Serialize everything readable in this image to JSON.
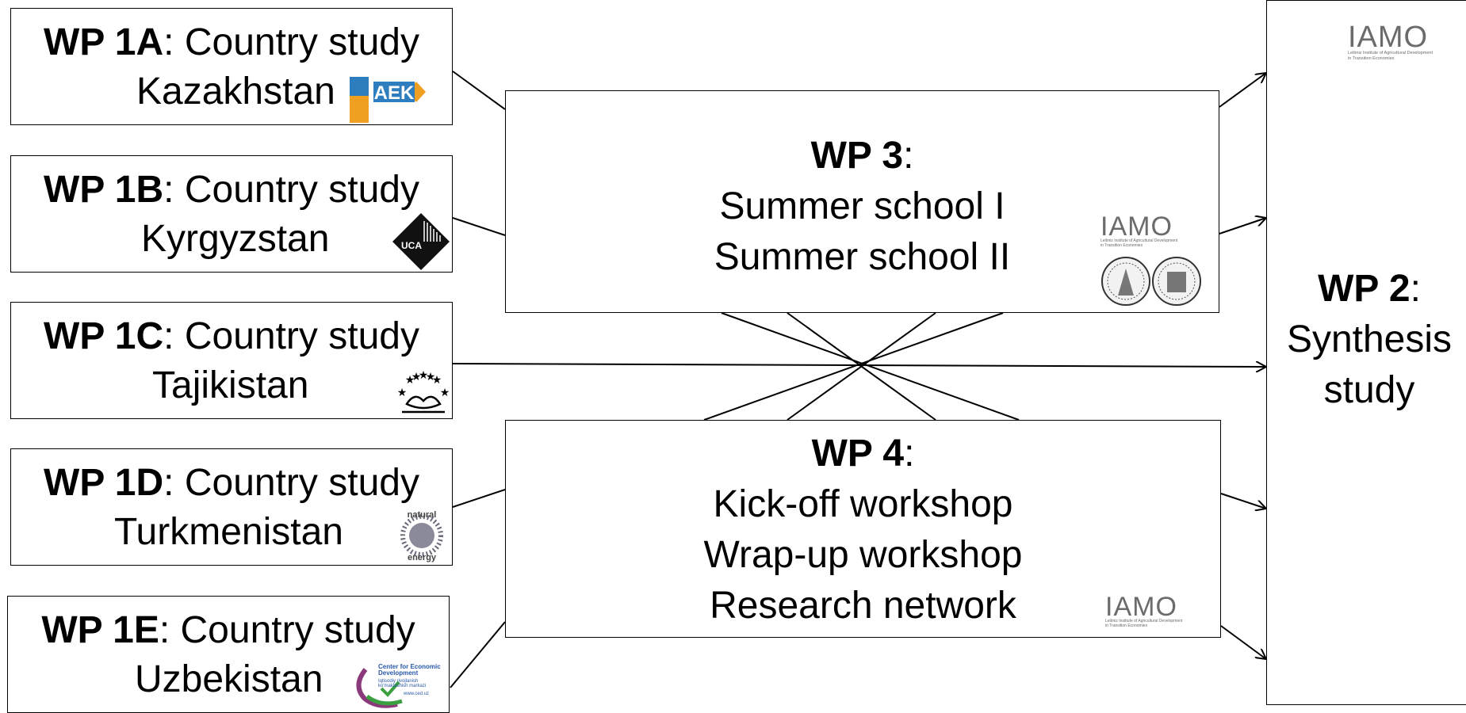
{
  "wp1_boxes": [
    {
      "id": "wp1a",
      "code": "WP 1A",
      "suffix": ": Country study",
      "country": "Kazakhstan",
      "logo": "aek-logo"
    },
    {
      "id": "wp1b",
      "code": "WP 1B",
      "suffix": ": Country study",
      "country": "Kyrgyzstan",
      "logo": "uca-logo"
    },
    {
      "id": "wp1c",
      "code": "WP 1C",
      "suffix": ": Country study",
      "country": "Tajikistan",
      "logo": "crown-stars-logo"
    },
    {
      "id": "wp1d",
      "code": "WP 1D",
      "suffix": ": Country study",
      "country": "Turkmenistan",
      "logo": "natural-energy-logo"
    },
    {
      "id": "wp1e",
      "code": "WP 1E",
      "suffix": ": Country study",
      "country": "Uzbekistan",
      "logo": "ced-logo"
    }
  ],
  "wp3": {
    "code": "WP 3",
    "suffix": ":",
    "lines": [
      "Summer school I",
      "Summer school II"
    ]
  },
  "wp4": {
    "code": "WP 4",
    "suffix": ":",
    "lines": [
      "Kick-off workshop",
      "Wrap-up workshop",
      "Research network"
    ]
  },
  "wp2": {
    "code": "WP 2",
    "suffix": ":",
    "lines": [
      "Synthesis",
      "study"
    ]
  },
  "logos": {
    "iamo": {
      "wordmark": "IAMO",
      "tagline_1": "Leibniz Institute of Agricultural Development",
      "tagline_2": "in Transition Economies"
    },
    "aek": {
      "text": "AEK"
    },
    "uca": {
      "text": "UCA"
    },
    "natural_energy": {
      "text_top": "natural",
      "text_bottom": "energy"
    },
    "ced": {
      "line_1": "Center for Economic",
      "line_2": "Development",
      "line_3": "Iqtisodiy rivojlanish",
      "line_4": "ko'maklashish markazi",
      "line_5": "www.ced.uz"
    }
  },
  "colors": {
    "iamo_gray": "#6b6b6b",
    "aek_orange": "#f0a020",
    "aek_blue": "#2e7ebf",
    "ced_blue": "#2a5aa8",
    "ced_green": "#3aa040",
    "ced_purple": "#8a3a7a"
  }
}
